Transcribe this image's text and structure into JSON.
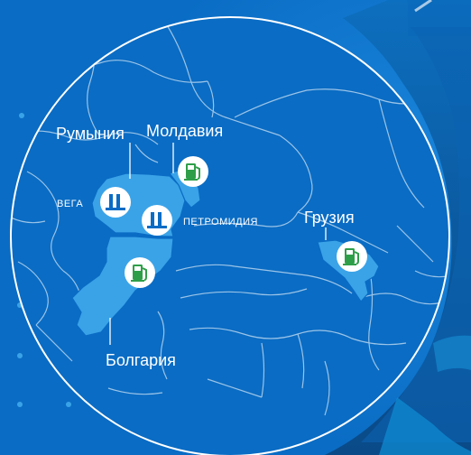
{
  "map": {
    "countries": {
      "romania": "Румыния",
      "moldova": "Молдавия",
      "bulgaria": "Болгария",
      "georgia": "Грузия"
    },
    "facilities": {
      "vega": "ВЕГА",
      "petromidia": "ПЕТРОМИДИЯ"
    },
    "markers": [
      {
        "name": "refinery-icon",
        "kind": "refinery",
        "site": "ВЕГА"
      },
      {
        "name": "refinery-icon",
        "kind": "refinery",
        "site": "ПЕТРОМИДИЯ"
      },
      {
        "name": "fuel-station-icon",
        "kind": "fuel-station",
        "site": "Молдавия"
      },
      {
        "name": "fuel-station-icon",
        "kind": "fuel-station",
        "site": "Болгария"
      },
      {
        "name": "fuel-station-icon",
        "kind": "fuel-station",
        "site": "Грузия"
      }
    ],
    "colors": {
      "background": "#0a6cc4",
      "highlight": "#3aa3e8",
      "border": "#b5d4ef",
      "marker_ring": "#ffffff",
      "fuel_green": "#2f9e49",
      "refinery_blue": "#0a6cc4"
    }
  }
}
